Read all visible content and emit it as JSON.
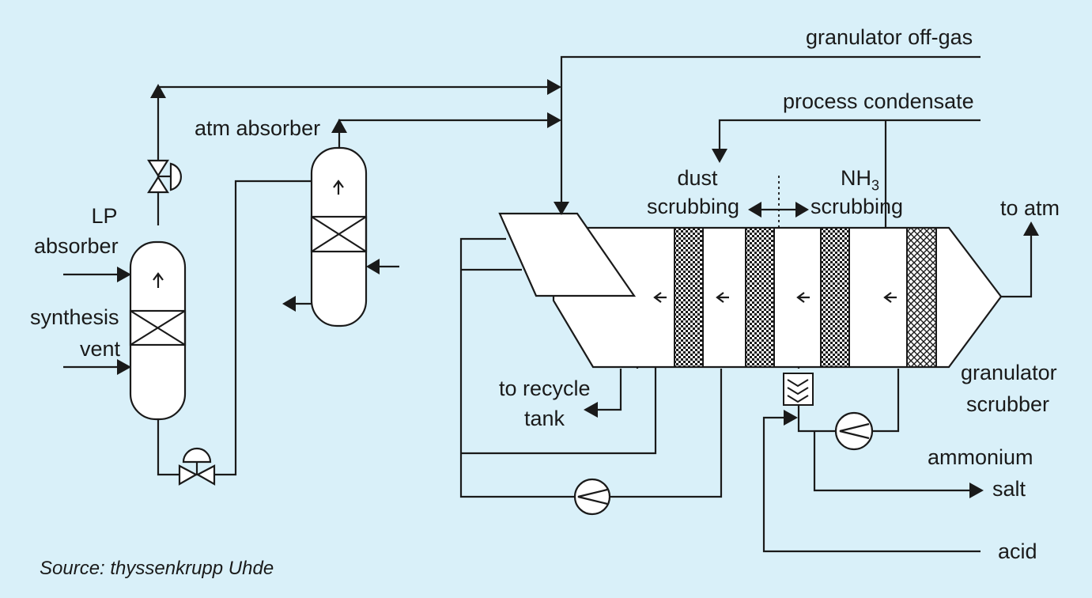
{
  "labels": {
    "granulator_offgas": "granulator off-gas",
    "process_condensate": "process condensate",
    "atm_absorber": "atm absorber",
    "lp_absorber_line1": "LP",
    "lp_absorber_line2": "absorber",
    "synthesis_vent_line1": "synthesis",
    "synthesis_vent_line2": "vent",
    "dust_scrubbing_line1": "dust",
    "dust_scrubbing_line2": "scrubbing",
    "nh3_base": "NH",
    "nh3_sub": "3",
    "nh3_scrubbing": "scrubbing",
    "to_atm": "to atm",
    "granulator_scrubber_line1": "granulator",
    "granulator_scrubber_line2": "scrubber",
    "to_recycle_tank_line1": "to recycle",
    "to_recycle_tank_line2": "tank",
    "ammonium_salt_line1": "ammonium",
    "ammonium_salt_line2": "salt",
    "acid": "acid"
  },
  "source": "Source: thyssenkrupp Uhde",
  "colors": {
    "background": "#d9f0f9",
    "line": "#1a1a1a",
    "vessel_fill": "#ffffff"
  }
}
